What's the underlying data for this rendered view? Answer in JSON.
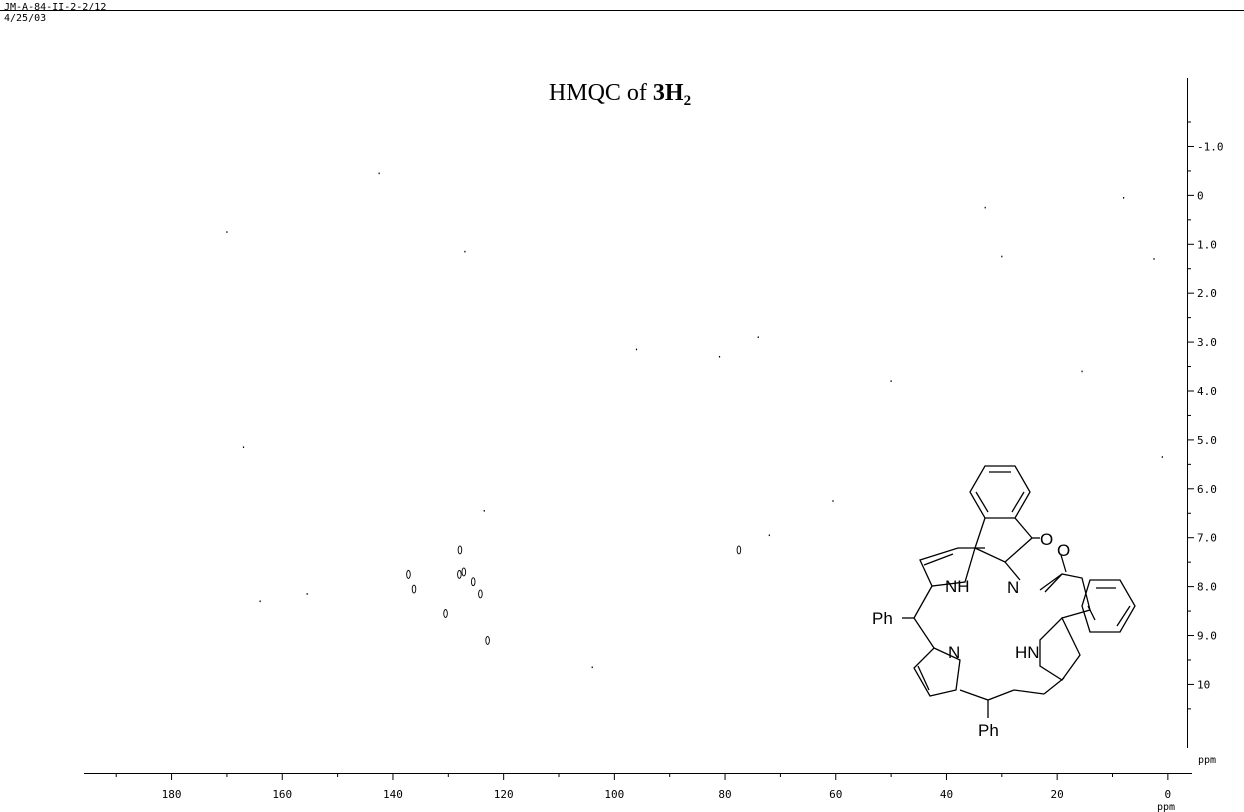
{
  "header": {
    "sample_id": "JM-A-84-II-2-2/12",
    "date": "4/25/03"
  },
  "chart_data": {
    "type": "scatter",
    "title": "HMQC of ",
    "title_compound": "3H",
    "title_subscript": "2",
    "x_axis": {
      "unit_label": "ppm",
      "ticks": [
        "180",
        "160",
        "140",
        "120",
        "100",
        "80",
        "60",
        "40",
        "20",
        "0"
      ],
      "tick_values": [
        180,
        160,
        140,
        120,
        100,
        80,
        60,
        40,
        20,
        0
      ],
      "range": [
        196,
        -4
      ],
      "direction": "reversed"
    },
    "y_axis": {
      "unit_label": "ppm",
      "ticks": [
        "-1.0",
        "0",
        "1.0",
        "2.0",
        "3.0",
        "4.0",
        "5.0",
        "6.0",
        "7.0",
        "8.0",
        "9.0",
        "10"
      ],
      "tick_values": [
        -1,
        0,
        1,
        2,
        3,
        4,
        5,
        6,
        7,
        8,
        9,
        10
      ],
      "range": [
        -2.4,
        11.3
      ],
      "direction": "reversed",
      "position": "right"
    },
    "grid": false,
    "cross_peaks": [
      {
        "x": 127.9,
        "y": 7.25
      },
      {
        "x": 137.2,
        "y": 7.75
      },
      {
        "x": 128.0,
        "y": 7.75
      },
      {
        "x": 127.2,
        "y": 7.7
      },
      {
        "x": 125.5,
        "y": 7.9
      },
      {
        "x": 136.2,
        "y": 8.05
      },
      {
        "x": 124.2,
        "y": 8.15
      },
      {
        "x": 130.5,
        "y": 8.55
      },
      {
        "x": 122.9,
        "y": 9.1
      },
      {
        "x": 77.5,
        "y": 7.25
      }
    ],
    "noise_points": [
      {
        "x": 142.5,
        "y": -0.45
      },
      {
        "x": 170.0,
        "y": 0.75
      },
      {
        "x": 127.0,
        "y": 1.15
      },
      {
        "x": 33.0,
        "y": 0.25
      },
      {
        "x": 30.0,
        "y": 1.25
      },
      {
        "x": 8.0,
        "y": 0.05
      },
      {
        "x": 2.5,
        "y": 1.3
      },
      {
        "x": 74.0,
        "y": 2.9
      },
      {
        "x": 96.0,
        "y": 3.15
      },
      {
        "x": 81.0,
        "y": 3.3
      },
      {
        "x": 15.5,
        "y": 3.6
      },
      {
        "x": 50.0,
        "y": 3.8
      },
      {
        "x": 167.0,
        "y": 5.15
      },
      {
        "x": 1.0,
        "y": 5.35
      },
      {
        "x": 60.5,
        "y": 6.25
      },
      {
        "x": 123.5,
        "y": 6.45
      },
      {
        "x": 72.0,
        "y": 6.95
      },
      {
        "x": 155.5,
        "y": 8.15
      },
      {
        "x": 164.0,
        "y": 8.3
      },
      {
        "x": 104.0,
        "y": 9.65
      }
    ]
  },
  "structure": {
    "labels": {
      "nh_top": "NH",
      "n_right": "N",
      "n_bottom": "N",
      "hn_bottom": "HN",
      "o_left": "O",
      "o_right": "O",
      "ph_left": "Ph",
      "ph_bottom": "Ph"
    }
  }
}
